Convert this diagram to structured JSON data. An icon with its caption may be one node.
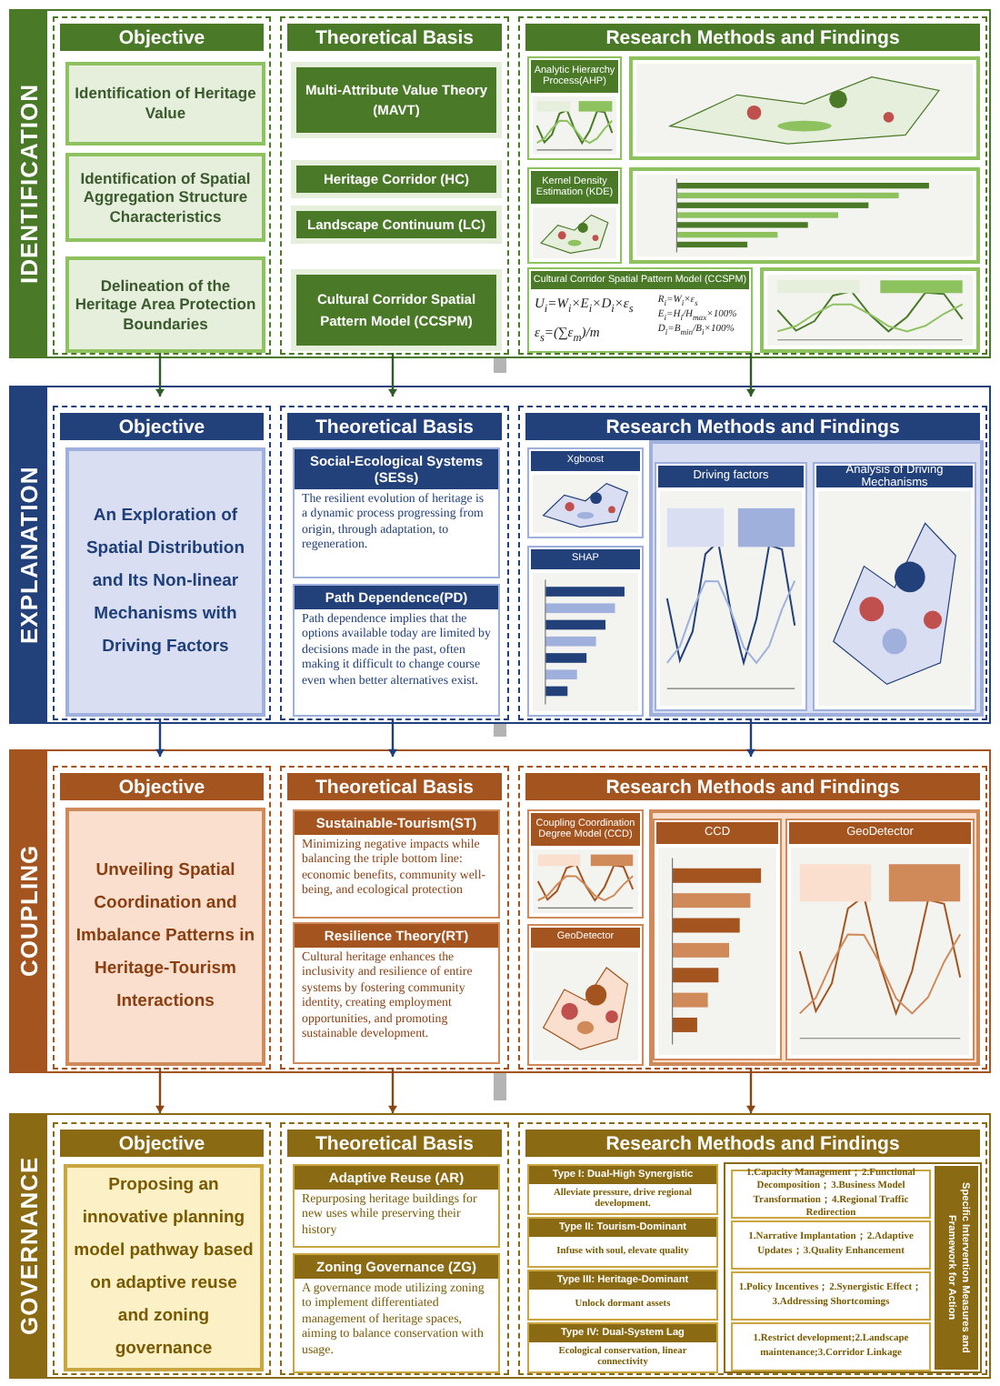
{
  "diagram": {
    "nodes": [
      {
        "text": [
          "IDENTIFICATION"
        ]
      },
      {
        "text": [
          "Objective"
        ],
        "in": 0
      },
      {
        "text": [
          "Identification of Heritage Value"
        ],
        "in": 1
      },
      {
        "text": [
          "Identification of Spatial Aggregation Structure Characteristics"
        ],
        "in": 1
      },
      {
        "text": [
          "Delineation of the Heritage Area Protection Boundaries"
        ],
        "in": 1
      },
      {
        "text": [
          "Theoretical Basis"
        ],
        "in": 0
      },
      {
        "text": [
          "Multi-Attribute Value Theory (MAVT)"
        ],
        "in": 5
      },
      {
        "text": [
          "Heritage Corridor (HC)"
        ],
        "in": 5
      },
      {
        "text": [
          "Landscape Continuum (LC)"
        ],
        "in": 5
      },
      {
        "text": [
          "Cultural Corridor Spatial Pattern Model (CCSPM)"
        ],
        "in": 5
      },
      {
        "text": [
          "Research Methods and Findings"
        ],
        "in": 0
      },
      {
        "text": [
          "Analytic Hierarchy Process(AHP)"
        ],
        "in": 10
      },
      {
        "text": [
          "Kernel Density Estimation (KDE)"
        ],
        "in": 10
      },
      {
        "text": [
          "Cultural Corridor Spatial Pattern Model (CCSPM)",
          "U$_{i}$=W$_{i}$×E$_{i}$×D$_{i}$×ε$_{s}$",
          "ε$_{s}$=(∑ε$_{m}$)/m",
          "R$_{i}$=W$_{i}$×ε$_{s}$",
          "E$_{i}$=H$_{i}$/H$_{max}$×100%",
          "D$_{i}$=B$_{min}$/B$_{i}$×100%"
        ],
        "in": 10
      },
      {
        "text": [
          "EXPLANATION"
        ]
      },
      {
        "text": [
          "Objective"
        ],
        "in": 14
      },
      {
        "text": [
          "An Exploration of Spatial Distribution and Its Non-linear Mechanisms with Driving Factors"
        ],
        "in": 15
      },
      {
        "text": [
          "Theoretical Basis"
        ],
        "in": 14
      },
      {
        "text": [
          "Social-Ecological Systems (SESs)",
          "The resilient evolution of heritage is a dynamic process progressing from origin, through adaptation, to regeneration."
        ],
        "in": 17
      },
      {
        "text": [
          "Path Dependence(PD)",
          "Path dependence implies that the options available today are limited by decisions made in the past, often making it difficult to change course even when better alternatives exist."
        ],
        "in": 17
      },
      {
        "text": [
          "Research Methods and Findings"
        ],
        "in": 14
      },
      {
        "text": [
          "Xgboost"
        ],
        "in": 20
      },
      {
        "text": [
          "SHAP"
        ],
        "in": 20
      },
      {
        "text": [
          "Driving factors"
        ],
        "in": 20
      },
      {
        "text": [
          "Analysis of Driving Mechanisms"
        ],
        "in": 20
      },
      {
        "text": [
          "COUPLING"
        ]
      },
      {
        "text": [
          "Objective"
        ],
        "in": 25
      },
      {
        "text": [
          "Unveiling Spatial Coordination and Imbalance Patterns in Heritage-Tourism Interactions"
        ],
        "in": 26
      },
      {
        "text": [
          "Theoretical Basis"
        ],
        "in": 25
      },
      {
        "text": [
          "Sustainable-Tourism(ST)",
          "Minimizing negative impacts while balancing the triple bottom line: economic benefits, community well-being, and ecological protection"
        ],
        "in": 28
      },
      {
        "text": [
          "Resilience Theory(RT)",
          "Cultural heritage enhances the inclusivity and resilience of entire systems by fostering community identity, creating employment opportunities, and promoting sustainable development."
        ],
        "in": 28
      },
      {
        "text": [
          "Research Methods and Findings"
        ],
        "in": 25
      },
      {
        "text": [
          "Coupling Coordination Degree Model (CCD)"
        ],
        "in": 31
      },
      {
        "text": [
          "GeoDetector"
        ],
        "in": 31
      },
      {
        "text": [
          "CCD"
        ],
        "in": 31
      },
      {
        "text": [
          "GeoDetector"
        ],
        "in": 31
      },
      {
        "text": [
          "GOVERNANCE"
        ]
      },
      {
        "text": [
          "Objective"
        ],
        "in": 36
      },
      {
        "text": [
          "Proposing an innovative planning model pathway based on adaptive reuse and zoning governance"
        ],
        "in": 37
      },
      {
        "text": [
          "Theoretical Basis"
        ],
        "in": 36
      },
      {
        "text": [
          "Adaptive Reuse (AR)",
          "Repurposing heritage buildings for new uses while preserving their history"
        ],
        "in": 39
      },
      {
        "text": [
          "Zoning Governance (ZG)",
          "A governance mode utilizing zoning to implement differentiated management of heritage spaces, aiming to balance conservation with usage."
        ],
        "in": 39
      },
      {
        "text": [
          "Research Methods and Findings"
        ],
        "in": 36
      },
      {
        "text": [
          "Type I: Dual-High Synergistic",
          "Alleviate pressure, drive regional development."
        ],
        "in": 42
      },
      {
        "text": [
          "Type II: Tourism-Dominant",
          "Infuse with soul, elevate quality"
        ],
        "in": 42
      },
      {
        "text": [
          "Type III: Heritage-Dominant",
          "Unlock dormant assets"
        ],
        "in": 42
      },
      {
        "text": [
          "Type IV: Dual-System Lag",
          "Ecological conservation, linear connectivity"
        ],
        "in": 42
      },
      {
        "text": [
          "Specific Intervention Measures and Framework for Action"
        ],
        "in": 42
      },
      {
        "text": [
          "1.Capacity Management；2.Functional Decomposition；3.Business Model Transformation；4.Regional Traffic Redirection"
        ],
        "in": 47
      },
      {
        "text": [
          "1.Narrative Implantation；2.Adaptive Updates；3.Quality Enhancement"
        ],
        "in": 47
      },
      {
        "text": [
          "1.Policy Incentives；2.Synergistic Effect；3.Addressing Shortcomings"
        ],
        "in": 47
      },
      {
        "text": [
          "1.Restrict development;2.Landscape maintenance;3.Corridor Linkage"
        ],
        "in": 47
      }
    ],
    "edges": [
      {
        "from": 1,
        "to": 15,
        "arrow": "to",
        "color": "#2f5a2a"
      },
      {
        "from": 5,
        "to": 17,
        "arrow": "to",
        "color": "#2f5a2a"
      },
      {
        "from": 10,
        "to": 20,
        "arrow": "to",
        "color": "#2f5a2a"
      },
      {
        "from": 0,
        "to": 14,
        "arrow": "to",
        "style": "thick",
        "color": "#b4b4b4"
      },
      {
        "from": 15,
        "to": 26,
        "arrow": "to",
        "color": "#1f3f7a"
      },
      {
        "from": 17,
        "to": 28,
        "arrow": "to",
        "color": "#1f3f7a"
      },
      {
        "from": 20,
        "to": 31,
        "arrow": "to",
        "color": "#1f3f7a"
      },
      {
        "from": 14,
        "to": 25,
        "arrow": "to",
        "style": "thick",
        "color": "#b4b4b4"
      },
      {
        "from": 26,
        "to": 37,
        "arrow": "to",
        "color": "#8b4513"
      },
      {
        "from": 28,
        "to": 39,
        "arrow": "to",
        "color": "#8b4513"
      },
      {
        "from": 31,
        "to": 42,
        "arrow": "to",
        "color": "#8b4513"
      },
      {
        "from": 25,
        "to": 36,
        "arrow": "to",
        "style": "thick",
        "color": "#b4b4b4"
      }
    ]
  }
}
